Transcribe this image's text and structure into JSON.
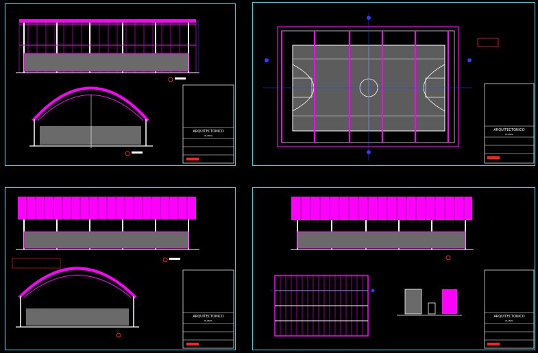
{
  "sheets": [
    {
      "id": "sheet-1",
      "title_block": {
        "title": "ARQUITECTONICO",
        "sub": "PLANTA"
      }
    },
    {
      "id": "sheet-2",
      "title_block": {
        "title": "ARQUITECTONICO",
        "sub": "PLANTA"
      }
    },
    {
      "id": "sheet-3",
      "title_block": {
        "title": "ARQUITECTONICO",
        "sub": "PLANTA"
      }
    },
    {
      "id": "sheet-4",
      "title_block": {
        "title": "ARQUITECTONICO",
        "sub": "PLANTA"
      }
    }
  ],
  "colors": {
    "frame": "#00e5ff",
    "magenta": "#ff00ff",
    "white": "#ffffff",
    "red": "#ff2020",
    "blue": "#2a3cff",
    "gray": "#9a9a9a",
    "background": "#000000"
  }
}
